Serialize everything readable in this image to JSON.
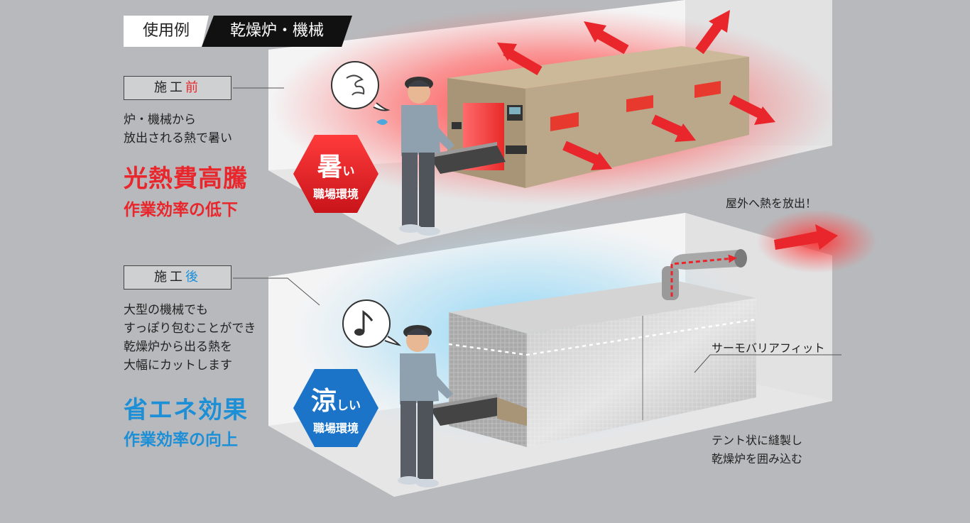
{
  "header": {
    "tag_left": "使用例",
    "tag_right": "乾燥炉・機械"
  },
  "before": {
    "label_a": "施工",
    "label_b": "前",
    "description": "炉・機械から\n放出される熱で暑い",
    "headline": "光熱費高騰",
    "subline": "作業効率の低下",
    "badge_kanji": "暑",
    "badge_kana": "い",
    "badge_bottom": "職場環境",
    "color_hot": "#e8262b"
  },
  "after": {
    "label_a": "施工",
    "label_b": "後",
    "description": "大型の機械でも\nすっぽり包むことができ\n乾燥炉から出る熱を\n大幅にカットします",
    "headline": "省エネ効果",
    "subline": "作業効率の向上",
    "badge_kanji": "涼",
    "badge_kana": "しい",
    "badge_bottom": "職場環境",
    "color_cool": "#1c8fd6"
  },
  "callouts": {
    "exhaust": "屋外へ熱を放出！",
    "product": "サーモバリアフィット",
    "tent": "テント状に縫製し\n乾燥炉を囲み込む"
  }
}
